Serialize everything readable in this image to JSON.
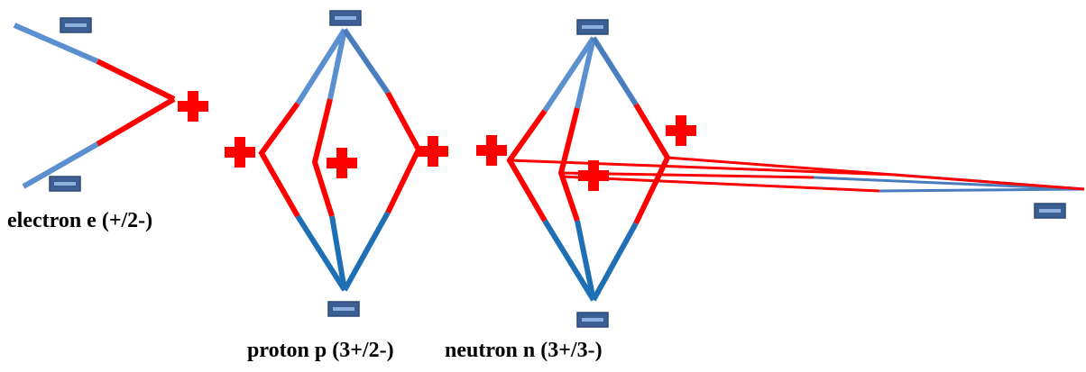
{
  "captions": {
    "electron": "electron e (+/2-)",
    "proton": "proton p (3+/2-)",
    "neutron": "neutron n (3+/3-)"
  },
  "colors": {
    "light_blue": "#5B8FD0",
    "mid_blue": "#4A7DBD",
    "dark_blue": "#1F6FB5",
    "red": "#FF0000",
    "minus_fill": "#3B5E93",
    "minus_edge": "#2C4A78",
    "minus_bar": "#8FB0DE"
  }
}
